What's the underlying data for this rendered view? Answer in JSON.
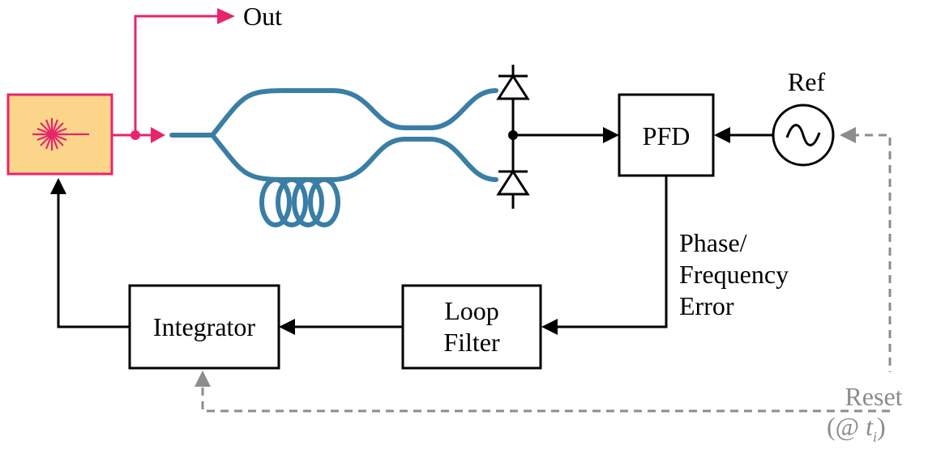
{
  "labels": {
    "out": "Out",
    "ref": "Ref",
    "pfd": "PFD",
    "error_line1": "Phase/",
    "error_line2": "Frequency",
    "error_line3": "Error",
    "loop_filter_line1": "Loop",
    "loop_filter_line2": "Filter",
    "integrator": "Integrator",
    "reset_line1": "Reset",
    "reset_open": "(@ ",
    "reset_t": "t",
    "reset_sub": "i",
    "reset_close": ")"
  },
  "colors": {
    "laser_signal": "#e8246e",
    "laser_fill": "#fad58a",
    "fiber": "#3a7ea6",
    "electrical": "#000000",
    "reset_dashed": "#8c8c8c"
  },
  "icons": {
    "laser": "laser-starburst-icon",
    "photodiodes": "balanced-photodiode-icon",
    "reference_oscillator": "sine-wave-source-icon",
    "fiber_delay": "fiber-coil-icon"
  }
}
